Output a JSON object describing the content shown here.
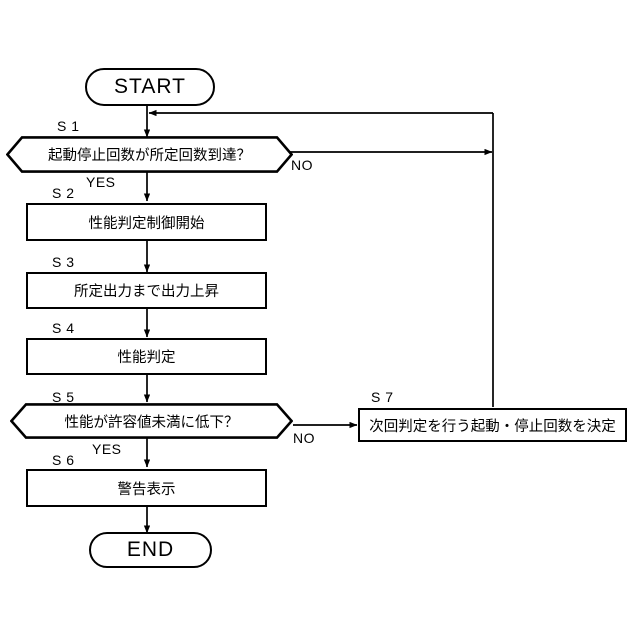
{
  "diagram": {
    "type": "flowchart",
    "language": "ja",
    "orientation": "top-to-bottom",
    "line_color": "#000000",
    "background": "#ffffff"
  },
  "nodes": {
    "start": {
      "label": "START",
      "shape": "terminator"
    },
    "s1": {
      "step": "S 1",
      "label": "起動停止回数が所定回数到達？",
      "shape": "decision",
      "yes_label": "YES",
      "no_label": "NO"
    },
    "s2": {
      "step": "S 2",
      "label": "性能判定制御開始",
      "shape": "process"
    },
    "s3": {
      "step": "S 3",
      "label": "所定出力まで出力上昇",
      "shape": "process"
    },
    "s4": {
      "step": "S 4",
      "label": "性能判定",
      "shape": "process"
    },
    "s5": {
      "step": "S 5",
      "label": "性能が許容値未満に低下？",
      "shape": "decision",
      "yes_label": "YES",
      "no_label": "NO"
    },
    "s6": {
      "step": "S 6",
      "label": "警告表示",
      "shape": "process"
    },
    "s7": {
      "step": "S 7",
      "label": "次回判定を行う起動・停止回数を決定",
      "shape": "process"
    },
    "end": {
      "label": "END",
      "shape": "terminator"
    }
  },
  "edges": [
    {
      "from": "start",
      "to": "s1",
      "label": ""
    },
    {
      "from": "s1",
      "to": "s2",
      "label": "YES"
    },
    {
      "from": "s1",
      "to": "return-bus",
      "label": "NO"
    },
    {
      "from": "s2",
      "to": "s3",
      "label": ""
    },
    {
      "from": "s3",
      "to": "s4",
      "label": ""
    },
    {
      "from": "s4",
      "to": "s5",
      "label": ""
    },
    {
      "from": "s5",
      "to": "s6",
      "label": "YES"
    },
    {
      "from": "s5",
      "to": "s7",
      "label": "NO"
    },
    {
      "from": "s6",
      "to": "end",
      "label": ""
    },
    {
      "from": "s7",
      "to": "s1-entry",
      "label": ""
    }
  ]
}
